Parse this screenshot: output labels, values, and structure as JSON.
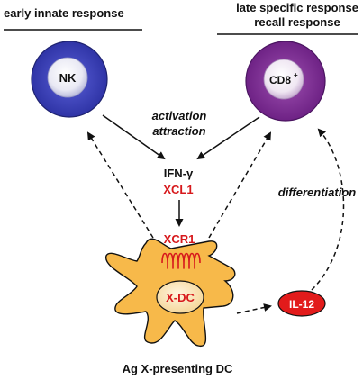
{
  "headers": {
    "left": "early innate response",
    "right_line1": "late specific response",
    "right_line2": "recall response"
  },
  "cells": {
    "nk_label": "NK",
    "cd8_label": "CD8",
    "cd8_superscript": "+",
    "dc_label": "X-DC",
    "dc_caption": "Ag X-presenting DC",
    "il12_label": "IL-12"
  },
  "molecules": {
    "ifn_label": "IFN-γ",
    "xcl1_label": "XCL1",
    "xcr1_label": "XCR1"
  },
  "annotations": {
    "activation": "activation",
    "attraction": "attraction",
    "differentiation": "differentiation"
  },
  "colors": {
    "nk_fill": "#3a3fb3",
    "cd8_fill": "#7b2d91",
    "dc_fill": "#f7b94a",
    "il12_fill": "#e21b1b",
    "red_text": "#d7191c",
    "black": "#111111"
  }
}
